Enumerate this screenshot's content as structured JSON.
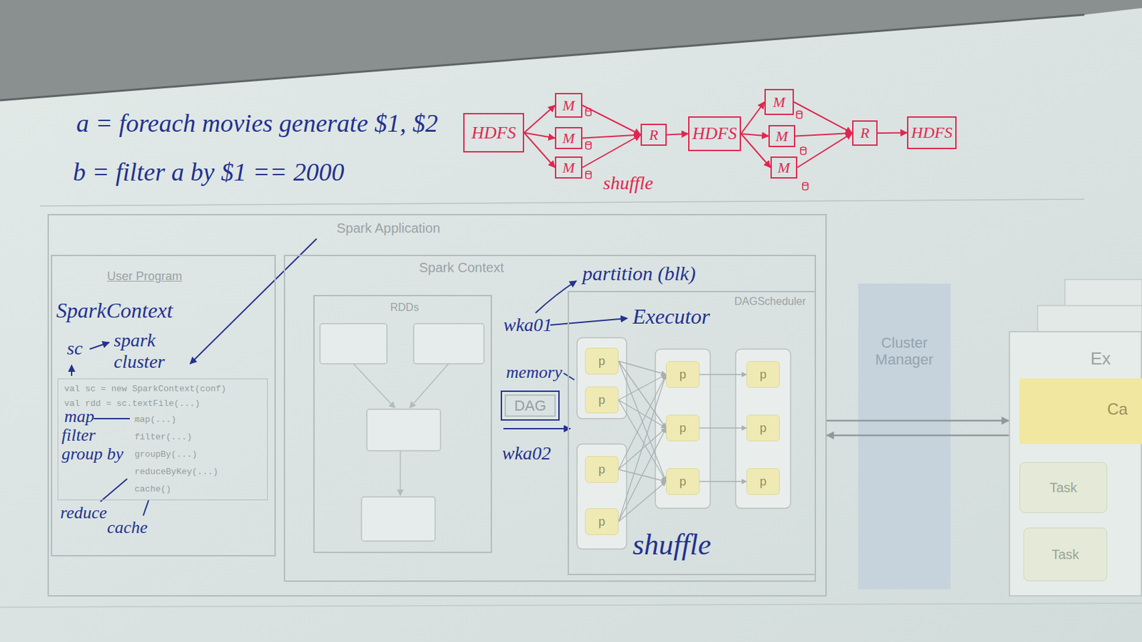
{
  "diagram": {
    "nodes": [
      {
        "text": [
          "HDFS"
        ]
      },
      {
        "text": [
          "M"
        ]
      },
      {
        "text": [
          "M"
        ]
      },
      {
        "text": [
          "M"
        ]
      },
      {
        "text": [
          "R"
        ]
      },
      {
        "text": [
          "HDFS"
        ]
      },
      {
        "text": [
          "M"
        ]
      },
      {
        "text": [
          "M"
        ]
      },
      {
        "text": [
          "M"
        ]
      },
      {
        "text": [
          "R"
        ]
      },
      {
        "text": [
          "HDFS"
        ]
      },
      {
        "text": [
          "Spark Application"
        ]
      },
      {
        "text": [
          "User Program"
        ],
        "in": 11
      },
      {
        "text": [
          "val sc = new SparkContext(conf)",
          "val rdd = sc.textFile(...)",
          "map(...)",
          "filter(...)",
          "groupBy(...)",
          "reduceByKey(...)",
          "cache()"
        ],
        "in": 12
      },
      {
        "text": [
          "Spark Context"
        ],
        "in": 11
      },
      {
        "text": [
          "RDDs"
        ],
        "in": 14
      },
      {
        "text": [
          "DAG"
        ],
        "in": 14
      },
      {
        "text": [
          "DAGScheduler"
        ],
        "in": 14
      },
      {
        "text": [
          "p"
        ],
        "in": 17
      },
      {
        "text": [
          "p"
        ],
        "in": 17
      },
      {
        "text": [
          "p"
        ],
        "in": 17
      },
      {
        "text": [
          "p"
        ],
        "in": 17
      },
      {
        "text": [
          "p"
        ],
        "in": 17
      },
      {
        "text": [
          "p"
        ],
        "in": 17
      },
      {
        "text": [
          "p"
        ],
        "in": 17
      },
      {
        "text": [
          "p"
        ],
        "in": 17
      },
      {
        "text": [
          "p"
        ],
        "in": 17
      },
      {
        "text": [
          "p"
        ],
        "in": 17
      },
      {
        "text": [
          "Cluster Manager"
        ]
      },
      {
        "text": [
          "Ex"
        ]
      },
      {
        "text": [
          "Ca"
        ],
        "in": 29
      },
      {
        "text": [
          "Task"
        ],
        "in": 29
      },
      {
        "text": [
          "Task"
        ],
        "in": 29
      }
    ],
    "edges": [
      {
        "from": 0,
        "to": 1,
        "arrow": "to"
      },
      {
        "from": 0,
        "to": 2,
        "arrow": "to"
      },
      {
        "from": 0,
        "to": 3,
        "arrow": "to"
      },
      {
        "from": 1,
        "to": 4,
        "arrow": "to"
      },
      {
        "from": 2,
        "to": 4,
        "arrow": "to"
      },
      {
        "from": 3,
        "to": 4,
        "arrow": "to"
      },
      {
        "from": 4,
        "to": 5,
        "arrow": "to"
      },
      {
        "from": 5,
        "to": 6,
        "arrow": "to"
      },
      {
        "from": 5,
        "to": 7,
        "arrow": "to"
      },
      {
        "from": 5,
        "to": 8,
        "arrow": "to"
      },
      {
        "from": 6,
        "to": 9,
        "arrow": "to"
      },
      {
        "from": 7,
        "to": 9,
        "arrow": "to"
      },
      {
        "from": 8,
        "to": 9,
        "arrow": "to"
      },
      {
        "from": 9,
        "to": 10,
        "arrow": "to"
      },
      {
        "from": 18,
        "to": 22,
        "arrow": "to"
      },
      {
        "from": 18,
        "to": 23,
        "arrow": "to"
      },
      {
        "from": 18,
        "to": 24,
        "arrow": "to"
      },
      {
        "from": 19,
        "to": 22,
        "arrow": "to"
      },
      {
        "from": 19,
        "to": 23,
        "arrow": "to"
      },
      {
        "from": 19,
        "to": 24,
        "arrow": "to"
      },
      {
        "from": 20,
        "to": 22,
        "arrow": "to"
      },
      {
        "from": 20,
        "to": 23,
        "arrow": "to"
      },
      {
        "from": 20,
        "to": 24,
        "arrow": "to"
      },
      {
        "from": 21,
        "to": 22,
        "arrow": "to"
      },
      {
        "from": 21,
        "to": 23,
        "arrow": "to"
      },
      {
        "from": 21,
        "to": 24,
        "arrow": "to"
      },
      {
        "from": 22,
        "to": 25,
        "arrow": "to"
      },
      {
        "from": 23,
        "to": 26,
        "arrow": "to"
      },
      {
        "from": 24,
        "to": 27,
        "arrow": "to"
      },
      {
        "from": 11,
        "to": 29,
        "arrow": "to"
      },
      {
        "from": 29,
        "to": 11,
        "arrow": "to"
      }
    ],
    "labels": [
      "a = foreach movies generate $1, $2",
      "b = filter a by $1 == 2000",
      "shuffle",
      "SparkContext",
      "sc",
      "spark cluster",
      "map",
      "filter",
      "group by",
      "reduce",
      "cache",
      "partition (blk)",
      "wka01",
      "Executor",
      "memory",
      "wka02",
      "shuffle"
    ]
  }
}
